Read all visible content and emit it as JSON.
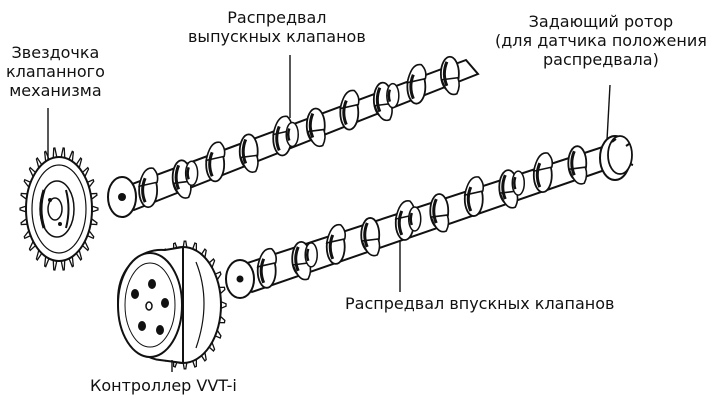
{
  "labels": {
    "sprocket": [
      "Звездочка",
      "клапанного",
      "механизма"
    ],
    "exhaust_camshaft": [
      "Распредвал",
      "выпускных клапанов"
    ],
    "timing_rotor": [
      "Задающий ротор",
      "(для датчика положения",
      "распредвала)"
    ],
    "intake_camshaft": "Распредвал впускных клапанов",
    "vvt_controller": "Контроллер VVT-i"
  }
}
